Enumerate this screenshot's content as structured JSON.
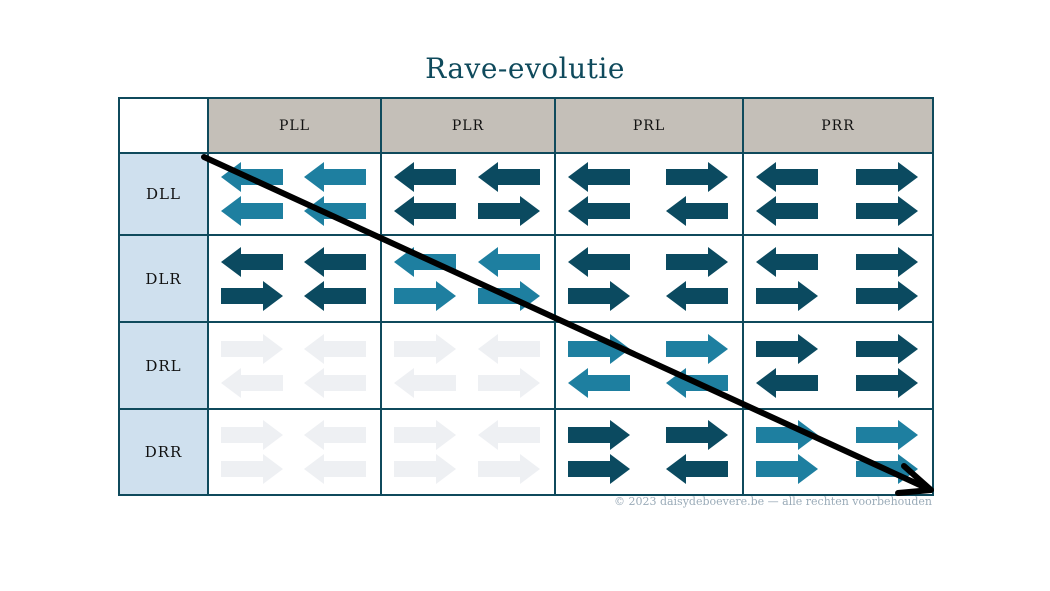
{
  "title": "Rave-evolutie",
  "columns": [
    "PLL",
    "PLR",
    "PRL",
    "PRR"
  ],
  "rows": [
    "DLL",
    "DLR",
    "DRL",
    "DRR"
  ],
  "colors": {
    "dark": "#0b4a60",
    "medium": "#1e7fa0",
    "faded": "#eef0f3",
    "header_bg": "#c4bfb8",
    "row_bg": "#cfe0ee",
    "border": "#0f4a5c"
  },
  "cells": [
    [
      {
        "tone": "medium",
        "arrows": [
          "left",
          "left",
          "left",
          "left"
        ]
      },
      {
        "tone": "dark",
        "arrows": [
          "left",
          "left",
          "left",
          "right"
        ]
      },
      {
        "tone": "dark",
        "arrows": [
          "left",
          "right",
          "left",
          "left"
        ]
      },
      {
        "tone": "dark",
        "arrows": [
          "left",
          "right",
          "left",
          "right"
        ]
      }
    ],
    [
      {
        "tone": "dark",
        "arrows": [
          "left",
          "left",
          "right",
          "left"
        ]
      },
      {
        "tone": "medium",
        "arrows": [
          "left",
          "left",
          "right",
          "right"
        ]
      },
      {
        "tone": "dark",
        "arrows": [
          "left",
          "right",
          "right",
          "left"
        ]
      },
      {
        "tone": "dark",
        "arrows": [
          "left",
          "right",
          "right",
          "right"
        ]
      }
    ],
    [
      {
        "tone": "faded",
        "arrows": [
          "right",
          "left",
          "left",
          "left"
        ]
      },
      {
        "tone": "faded",
        "arrows": [
          "right",
          "left",
          "left",
          "right"
        ]
      },
      {
        "tone": "medium",
        "arrows": [
          "right",
          "right",
          "left",
          "left"
        ]
      },
      {
        "tone": "dark",
        "arrows": [
          "right",
          "right",
          "left",
          "right"
        ]
      }
    ],
    [
      {
        "tone": "faded",
        "arrows": [
          "right",
          "left",
          "right",
          "left"
        ]
      },
      {
        "tone": "faded",
        "arrows": [
          "right",
          "left",
          "right",
          "right"
        ]
      },
      {
        "tone": "dark",
        "arrows": [
          "right",
          "right",
          "right",
          "left"
        ]
      },
      {
        "tone": "medium",
        "arrows": [
          "right",
          "right",
          "right",
          "right"
        ]
      }
    ]
  ],
  "diagonal_arrow": {
    "color": "#000000"
  },
  "footer": "© 2023 daisydeboevere.be — alle rechten voorbehouden"
}
